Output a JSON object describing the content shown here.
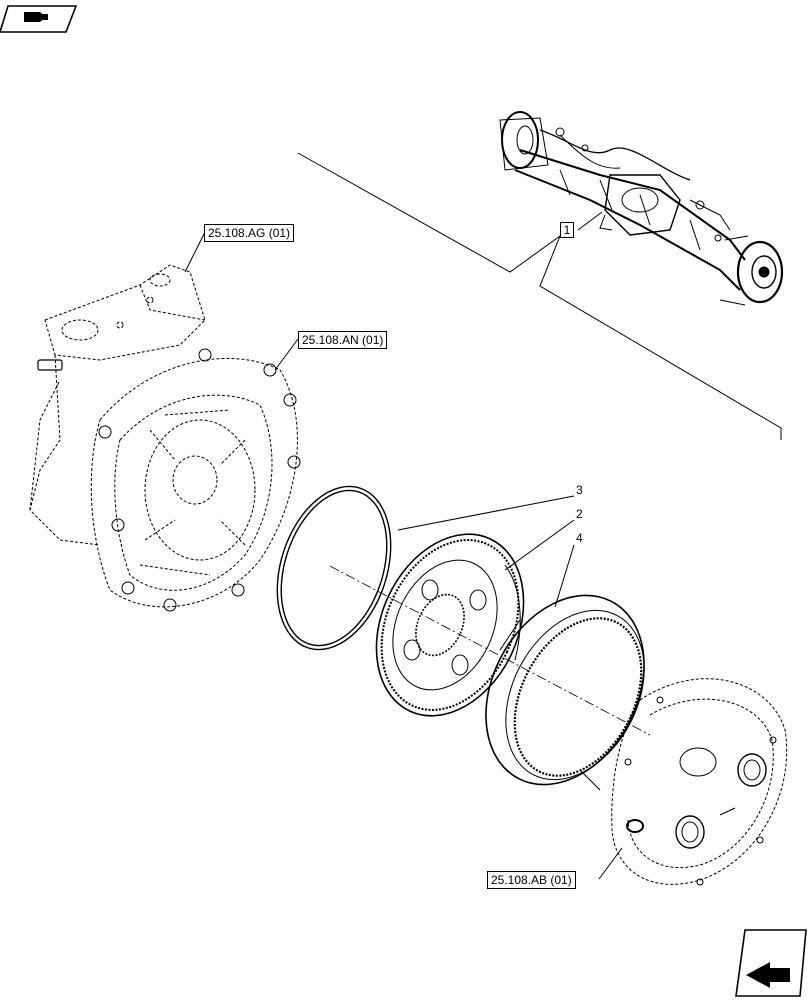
{
  "references": {
    "ag": "25.108.AG (01)",
    "an": "25.108.AN (01)",
    "ab": "25.108.AB (01)"
  },
  "items": {
    "axle": "1",
    "gear": "2",
    "ring": "3",
    "ring_gear": "4"
  },
  "icons": {
    "top_left": "book-arrow-icon",
    "bottom_right": "next-page-arrow-icon"
  }
}
